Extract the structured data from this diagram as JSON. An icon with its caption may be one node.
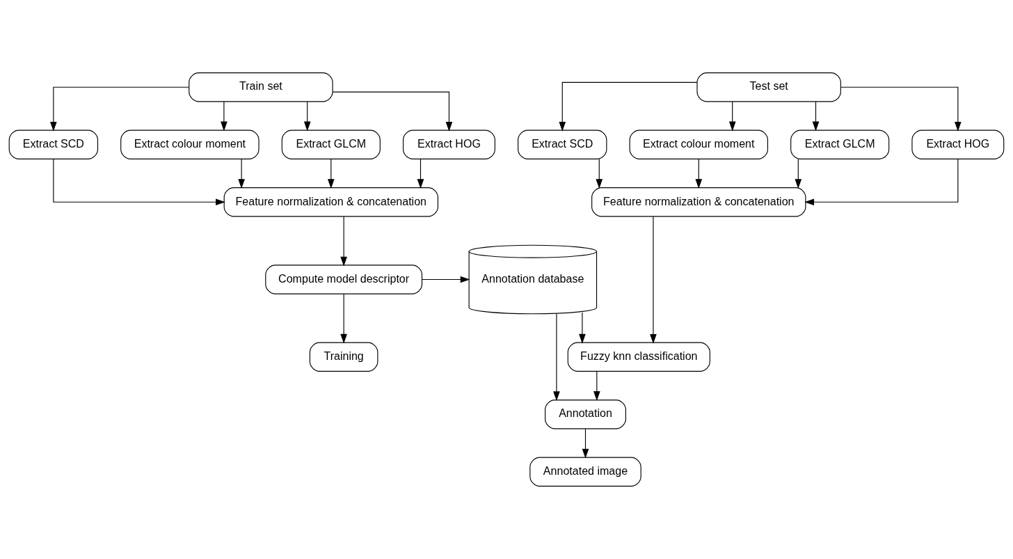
{
  "diagram": {
    "nodes": [
      {
        "text": [
          "Train set"
        ]
      },
      {
        "text": [
          "Extract SCD"
        ]
      },
      {
        "text": [
          "Extract colour moment"
        ]
      },
      {
        "text": [
          "Extract GLCM"
        ]
      },
      {
        "text": [
          "Extract HOG"
        ]
      },
      {
        "text": [
          "Feature normalization & concatenation"
        ]
      },
      {
        "text": [
          "Compute model descriptor"
        ]
      },
      {
        "text": [
          "Training"
        ]
      },
      {
        "text": [
          "Annotation database"
        ]
      },
      {
        "text": [
          "Test set"
        ]
      },
      {
        "text": [
          "Extract SCD"
        ]
      },
      {
        "text": [
          "Extract colour moment"
        ]
      },
      {
        "text": [
          "Extract GLCM"
        ]
      },
      {
        "text": [
          "Extract HOG"
        ]
      },
      {
        "text": [
          "Feature normalization & concatenation"
        ]
      },
      {
        "text": [
          "Fuzzy knn classification"
        ]
      },
      {
        "text": [
          "Annotation"
        ]
      },
      {
        "text": [
          "Annotated image"
        ]
      }
    ],
    "edges": [
      {
        "from": 0,
        "to": 1,
        "arrow": "to"
      },
      {
        "from": 0,
        "to": 2,
        "arrow": "to"
      },
      {
        "from": 0,
        "to": 3,
        "arrow": "to"
      },
      {
        "from": 0,
        "to": 4,
        "arrow": "to"
      },
      {
        "from": 1,
        "to": 5,
        "arrow": "to"
      },
      {
        "from": 3,
        "to": 5,
        "arrow": "to"
      },
      {
        "from": 4,
        "to": 5,
        "arrow": "to"
      },
      {
        "from": 2,
        "to": 5,
        "arrow": "to"
      },
      {
        "from": 5,
        "to": 6,
        "arrow": "to"
      },
      {
        "from": 6,
        "to": 7,
        "arrow": "to"
      },
      {
        "from": 6,
        "to": 8,
        "arrow": "to"
      },
      {
        "from": 9,
        "to": 10,
        "arrow": "to"
      },
      {
        "from": 9,
        "to": 11,
        "arrow": "to"
      },
      {
        "from": 9,
        "to": 12,
        "arrow": "to"
      },
      {
        "from": 9,
        "to": 13,
        "arrow": "to"
      },
      {
        "from": 10,
        "to": 14,
        "arrow": "to"
      },
      {
        "from": 12,
        "to": 14,
        "arrow": "to"
      },
      {
        "from": 13,
        "to": 14,
        "arrow": "to"
      },
      {
        "from": 11,
        "to": 14,
        "arrow": "to"
      },
      {
        "from": 14,
        "to": 15,
        "arrow": "to"
      },
      {
        "from": 8,
        "to": 15,
        "arrow": "to"
      },
      {
        "from": 15,
        "to": 16,
        "arrow": "to"
      },
      {
        "from": 8,
        "to": 16,
        "arrow": "to"
      },
      {
        "from": 16,
        "to": 17,
        "arrow": "to"
      }
    ]
  }
}
